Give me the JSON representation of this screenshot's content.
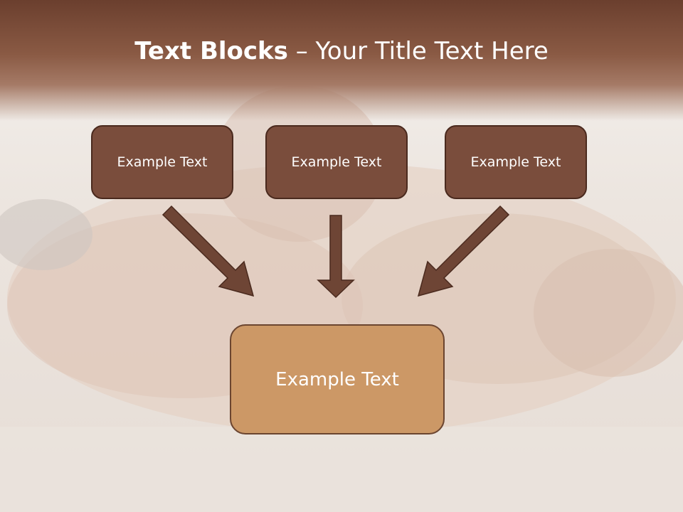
{
  "title": {
    "bold": "Text Blocks",
    "dash": " – ",
    "rest": "Your Title Text Here"
  },
  "blocks": {
    "left": "Example Text",
    "center": "Example Text",
    "right": "Example Text",
    "target": "Example Text"
  },
  "colors": {
    "title_band": "#6b3f2e",
    "small_box_fill": "#7a4d3c",
    "target_box_fill": "#cc9866",
    "arrow": "#6e4535"
  }
}
